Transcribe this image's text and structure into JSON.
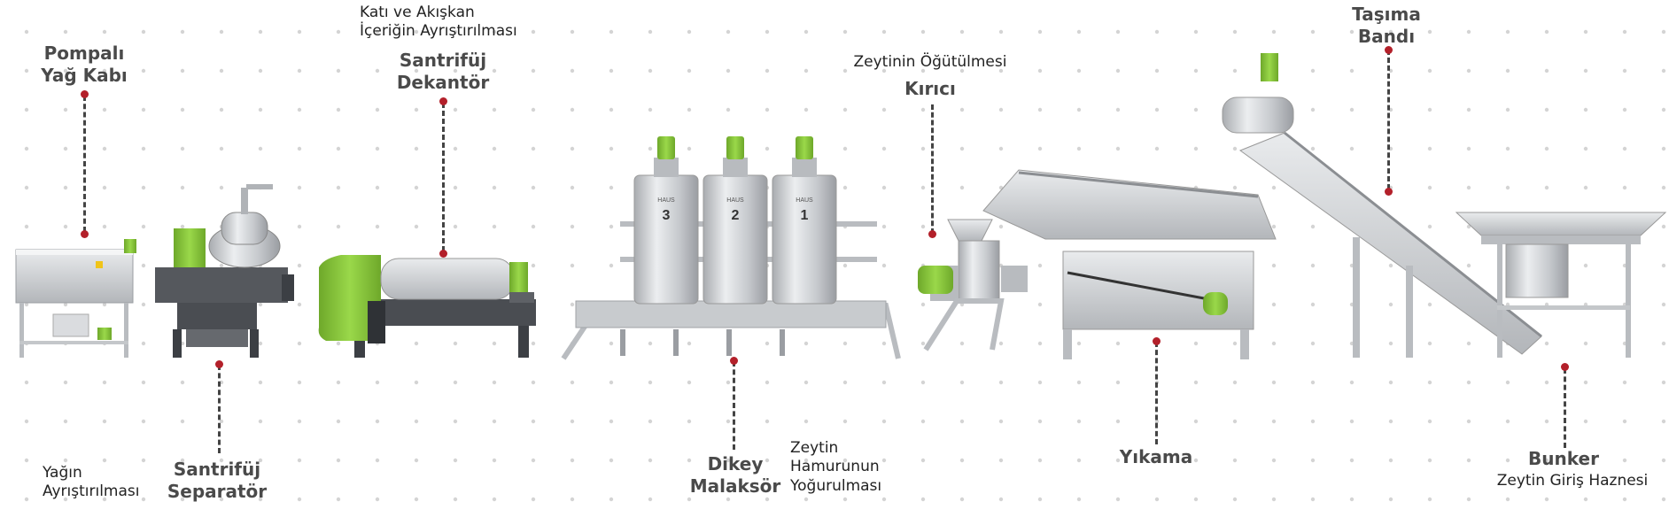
{
  "colors": {
    "accent_green": "#8cc63f",
    "steel": "#cfd1d4",
    "dark_steel": "#55585d",
    "pin_red": "#b3202a",
    "dots": "#d4d4d4"
  },
  "stations": [
    {
      "id": "oil-tank",
      "name": [
        "Pompalı",
        "Yağ Kabı"
      ],
      "desc": [
        "Yağın",
        "Ayrıştırılması"
      ]
    },
    {
      "id": "separator",
      "name": [
        "Santrifüj",
        "Separatör"
      ],
      "desc": []
    },
    {
      "id": "decanter",
      "name": [
        "Santrifüj",
        "Dekantör"
      ],
      "desc": [
        "Katı ve Akışkan",
        "İçeriğin Ayrıştırılması"
      ]
    },
    {
      "id": "malaxer",
      "name": [
        "Dikey",
        "Malaksör"
      ],
      "desc": [
        "Zeytin",
        "Hamurunun",
        "Yoğurulması"
      ],
      "tank_numbers": [
        "3",
        "2",
        "1"
      ],
      "tank_brand": "HAUS"
    },
    {
      "id": "crusher",
      "name": [
        "Kırıcı"
      ],
      "desc": [
        "Zeytinin Öğütülmesi"
      ]
    },
    {
      "id": "washing",
      "name": [
        "Yıkama"
      ],
      "desc": []
    },
    {
      "id": "conveyor",
      "name": [
        "Taşıma",
        "Bandı"
      ],
      "desc": []
    },
    {
      "id": "bunker",
      "name": [
        "Bunker"
      ],
      "desc": [
        "Zeytin Giriş Haznesi"
      ]
    }
  ]
}
